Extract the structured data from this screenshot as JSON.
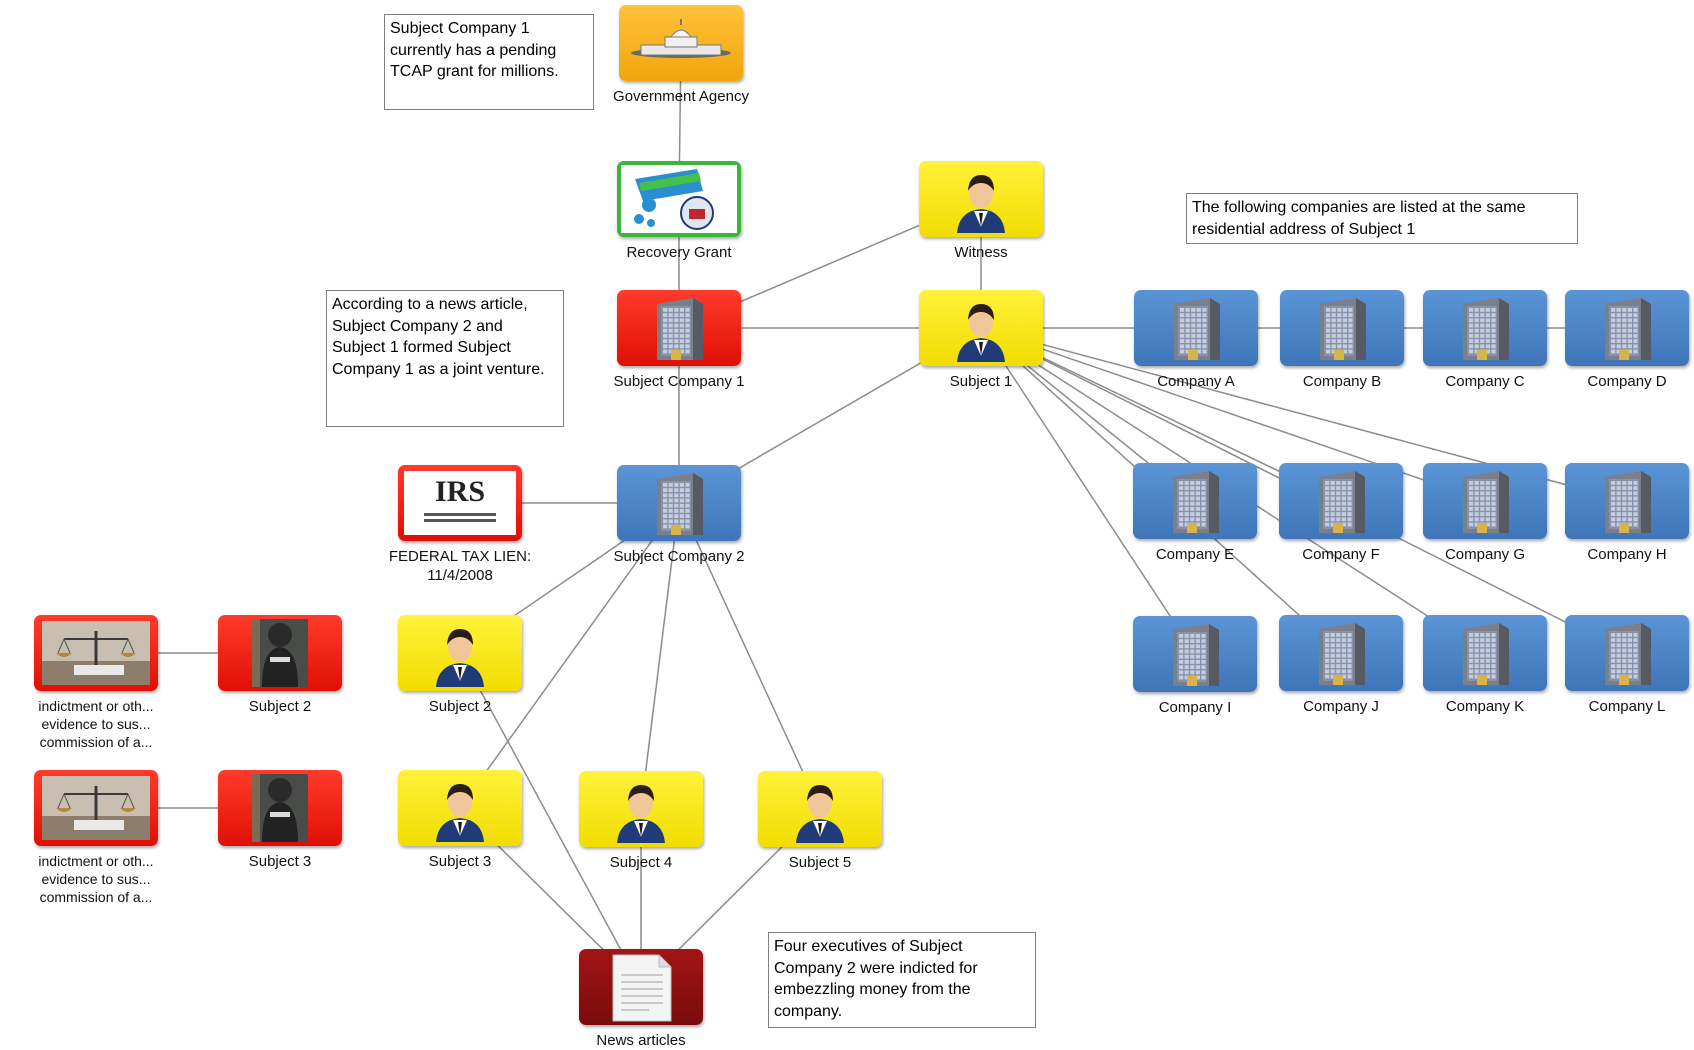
{
  "notes": {
    "tcap": "Subject Company 1 currently has a pending TCAP grant for millions.",
    "joint_venture": "According to a news article, Subject Company 2 and Subject 1 formed Subject Company 1 as a joint venture.",
    "address": "The following companies are listed at the same residential address of Subject 1",
    "executives": "Four executives of Subject Company 2 were indicted for embezzling money from the company."
  },
  "nodes": {
    "gov_agency": "Government Agency",
    "recovery_grant": "Recovery Grant",
    "witness": "Witness",
    "subject_company_1": "Subject Company 1",
    "subject_1": "Subject 1",
    "company_a": "Company A",
    "company_b": "Company B",
    "company_c": "Company C",
    "company_d": "Company D",
    "irs": "FEDERAL TAX LIEN: 11/4/2008",
    "irs_logo": "IRS",
    "subject_company_2": "Subject Company 2",
    "company_e": "Company E",
    "company_f": "Company F",
    "company_g": "Company G",
    "company_h": "Company H",
    "company_i": "Company I",
    "company_j": "Company J",
    "company_k": "Company K",
    "company_l": "Company L",
    "indictment_1": "indictment or oth... evidence to sus... commission of a...",
    "subject_2_red": "Subject 2",
    "subject_2": "Subject 2",
    "indictment_2": "indictment or oth... evidence to sus... commission of a...",
    "subject_3_red": "Subject 3",
    "subject_3": "Subject 3",
    "subject_4": "Subject 4",
    "subject_5": "Subject 5",
    "news_articles": "News articles"
  },
  "colors": {
    "company": "#4a86c8",
    "person": "#f7e81a",
    "alert": "#f21a12",
    "agency": "#f6b42a",
    "grant": "#3bb53b",
    "document": "#8c1010",
    "edge": "#8c8c8c"
  },
  "edges": [
    [
      "gov_agency",
      "recovery_grant"
    ],
    [
      "recovery_grant",
      "subject_company_1"
    ],
    [
      "subject_company_1",
      "witness"
    ],
    [
      "witness",
      "subject_1"
    ],
    [
      "subject_company_1",
      "subject_1"
    ],
    [
      "subject_1",
      "company_a"
    ],
    [
      "company_a",
      "company_b"
    ],
    [
      "company_b",
      "company_c"
    ],
    [
      "company_c",
      "company_d"
    ],
    [
      "subject_company_1",
      "subject_company_2"
    ],
    [
      "subject_1",
      "subject_company_2"
    ],
    [
      "irs",
      "subject_company_2"
    ],
    [
      "subject_1",
      "company_e"
    ],
    [
      "subject_1",
      "company_f"
    ],
    [
      "subject_1",
      "company_g"
    ],
    [
      "subject_1",
      "company_h"
    ],
    [
      "subject_1",
      "company_i"
    ],
    [
      "subject_1",
      "company_j"
    ],
    [
      "subject_1",
      "company_k"
    ],
    [
      "subject_1",
      "company_l"
    ],
    [
      "subject_company_2",
      "subject_2"
    ],
    [
      "subject_company_2",
      "subject_3"
    ],
    [
      "subject_company_2",
      "subject_4"
    ],
    [
      "subject_company_2",
      "subject_5"
    ],
    [
      "indictment_1",
      "subject_2_red"
    ],
    [
      "indictment_2",
      "subject_3_red"
    ],
    [
      "subject_2",
      "news_articles"
    ],
    [
      "subject_3",
      "news_articles"
    ],
    [
      "subject_4",
      "news_articles"
    ],
    [
      "subject_5",
      "news_articles"
    ]
  ]
}
